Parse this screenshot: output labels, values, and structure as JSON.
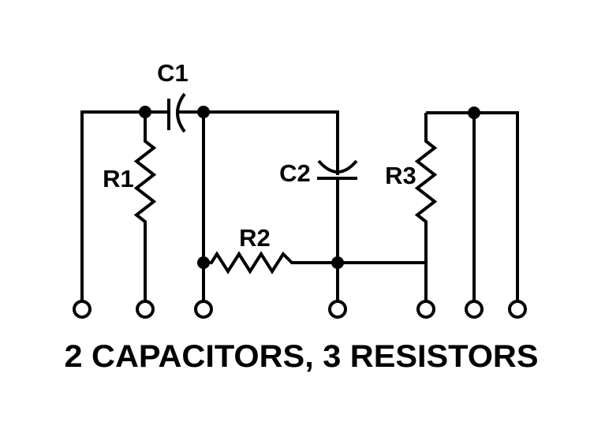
{
  "title": {
    "text": "2 CAPACITORS, 3 RESISTORS"
  },
  "colors": {
    "ink": "#000000",
    "background": "#ffffff"
  },
  "labels": {
    "c1": "C1",
    "r1": "R1",
    "c2": "C2",
    "r2": "R2",
    "r3": "R3"
  },
  "components": [
    {
      "id": "C1",
      "kind": "capacitor"
    },
    {
      "id": "C2",
      "kind": "capacitor"
    },
    {
      "id": "R1",
      "kind": "resistor"
    },
    {
      "id": "R2",
      "kind": "resistor"
    },
    {
      "id": "R3",
      "kind": "resistor"
    }
  ],
  "counts": {
    "capacitors": 2,
    "resistors": 3,
    "terminals": 7,
    "junctions": 5
  }
}
